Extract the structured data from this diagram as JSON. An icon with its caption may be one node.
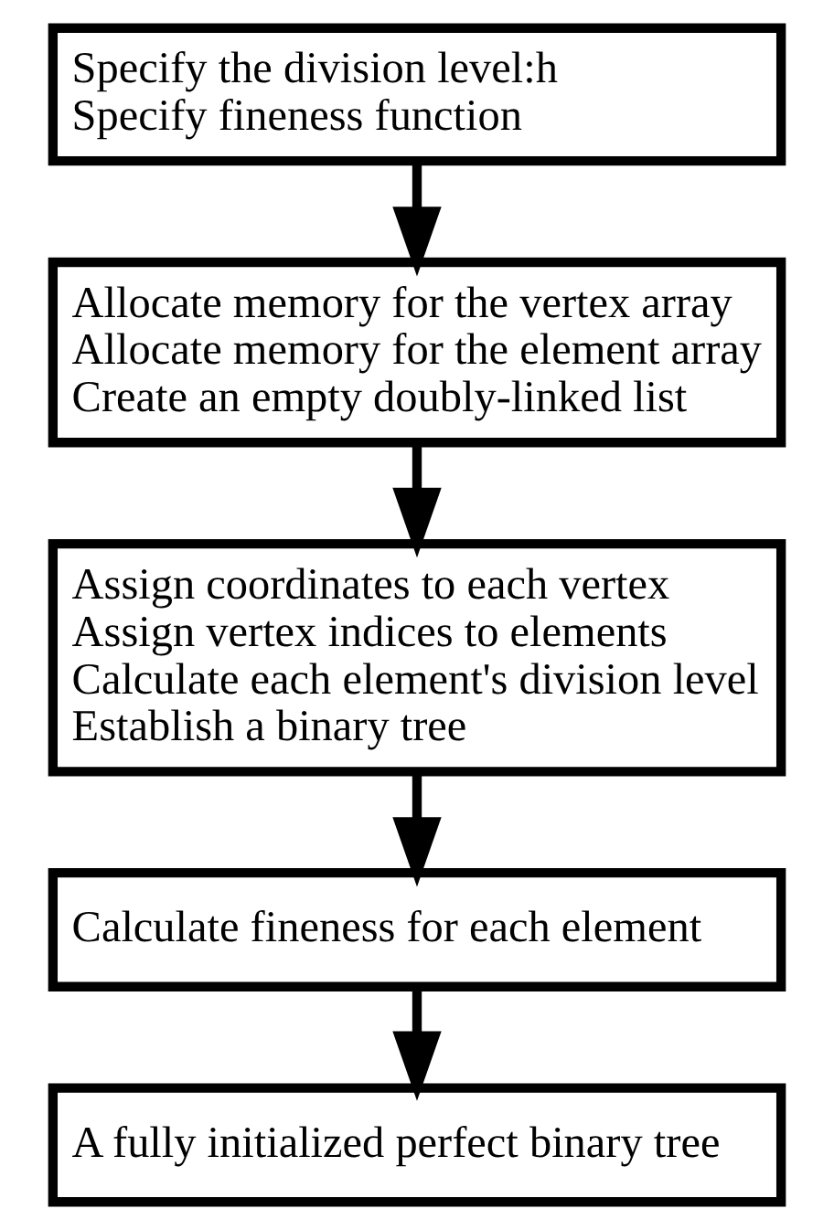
{
  "diagram": {
    "nodes": [
      {
        "text": [
          "Specify the division level:h",
          "Specify fineness function"
        ]
      },
      {
        "text": [
          "Allocate memory for the vertex array",
          "Allocate memory for the element array",
          "Create an empty doubly-linked list"
        ]
      },
      {
        "text": [
          "Assign coordinates to each vertex",
          "Assign vertex indices to elements",
          "Calculate each element's division level",
          "Establish a binary tree"
        ]
      },
      {
        "text": [
          "Calculate fineness for each element"
        ]
      },
      {
        "text": [
          "A fully initialized perfect binary tree"
        ]
      }
    ],
    "edges": [
      {
        "from": 0,
        "to": 1,
        "arrow": "to"
      },
      {
        "from": 1,
        "to": 2,
        "arrow": "to"
      },
      {
        "from": 2,
        "to": 3,
        "arrow": "to"
      },
      {
        "from": 3,
        "to": 4,
        "arrow": "to"
      }
    ]
  }
}
